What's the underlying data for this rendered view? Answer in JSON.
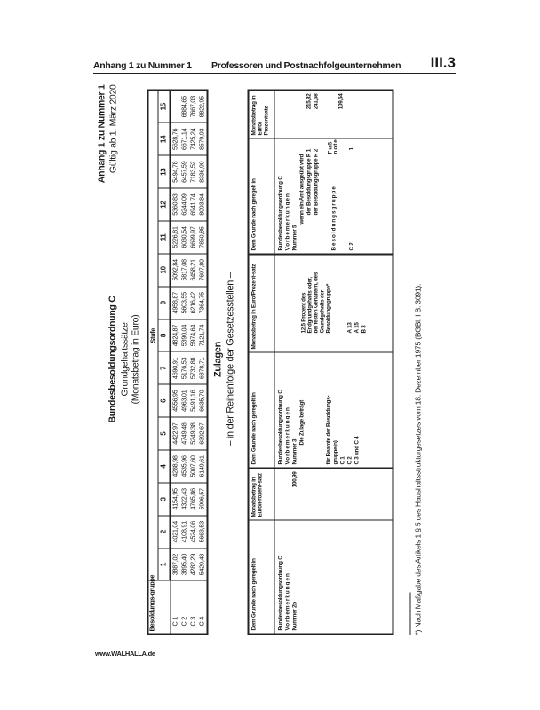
{
  "page_header": {
    "left": "Anhang 1 zu Nummer 1",
    "middle": "Professoren und Postnachfolgeunternehmen",
    "section": "III.3"
  },
  "annex": {
    "title": "Anhang 1 zu Nummer 1",
    "valid_from": "Gültig ab 1. März 2020"
  },
  "titles": {
    "main": "Bundesbesoldungsordnung C",
    "sub": "Grundgehaltssätze",
    "unit": "(Monatsbetrag in Euro)"
  },
  "salary_table": {
    "group_header": "Besoldungs-gruppe",
    "stufe_header": "Stufe",
    "stufen": [
      "1",
      "2",
      "3",
      "4",
      "5",
      "6",
      "7",
      "8",
      "9",
      "10",
      "11",
      "12",
      "13",
      "14",
      "15"
    ],
    "rows": [
      {
        "group": "C 1",
        "values": [
          "3887,02",
          "4021,04",
          "4154,95",
          "4288,98",
          "4422,97",
          "4556,95",
          "4690,91",
          "4824,87",
          "4958,87",
          "5092,84",
          "5226,81",
          "5360,83",
          "5494,78",
          "5628,76",
          ""
        ]
      },
      {
        "group": "C 2",
        "values": [
          "3895,40",
          "4108,91",
          "4322,43",
          "4535,96",
          "4749,48",
          "4963,01",
          "5176,53",
          "5390,04",
          "5603,55",
          "5817,08",
          "6030,54",
          "6244,09",
          "6457,59",
          "6671,14",
          "6884,65"
        ]
      },
      {
        "group": "C 3",
        "values": [
          "4282,29",
          "4524,06",
          "4765,86",
          "5007,60",
          "5249,38",
          "5491,16",
          "5732,88",
          "5974,64",
          "6216,42",
          "6458,21",
          "6699,97",
          "6941,74",
          "7183,52",
          "7425,24",
          "7667,03"
        ]
      },
      {
        "group": "C 4",
        "values": [
          "5420,48",
          "5663,53",
          "5906,57",
          "6149,61",
          "6392,67",
          "6635,70",
          "6878,71",
          "7121,74",
          "7364,75",
          "7607,80",
          "7850,85",
          "8093,84",
          "8336,90",
          "8579,93",
          "8822,95"
        ]
      }
    ]
  },
  "zulagen": {
    "title": "Zulagen",
    "subtitle": "– in der Reihenfolge der Gesetzesstellen –",
    "blocks": [
      {
        "h1": "Dem Grunde nach geregelt in",
        "h2": "Monatsbetrag in Euro/Prozent-satz",
        "law": "Bundesbesoldungsordnung C",
        "remarks": "Vorbemerkungen",
        "number": "Nummer 2b",
        "amount": "100,99"
      },
      {
        "h1": "Dem Grunde nach geregelt in",
        "h2": "Monatsbetrag in Euro/Prozent-satz",
        "law": "Bundesbesoldungsordnung C",
        "remarks": "Vorbemerkungen",
        "number": "Nummer 3",
        "intro": "Die Zulage beträgt",
        "for": "für Beamte der Besoldungs-gruppe(n)",
        "groups": [
          "C 1",
          "C 2",
          "C 3 und C 4"
        ],
        "rule": "12,5 Prozent des Endgrundgehalts oder, bei festen Gehältern, des Grundgehalts der Besoldungsgruppe*",
        "refs": [
          "A 13",
          "A 15",
          "B 3"
        ]
      },
      {
        "h1": "Dem Grunde nach geregelt in",
        "h2": "Monatsbetrag in Euro/ Prozentsatz",
        "law": "Bundesbesoldungsordnung C",
        "remarks": "Vorbemerkungen",
        "number": "Nummer 5",
        "cond": "wenn ein Amt ausgeübt wird",
        "r1": "der Besoldungsgruppe R 1",
        "r2": "der Besoldungsgruppe R 2",
        "group_label": "Besoldungsgruppe",
        "footnote_label": "Fuß-note",
        "group": "C 2",
        "footnote_ref": "1",
        "amounts": [
          "215,82",
          "241,58",
          "109,54"
        ]
      }
    ]
  },
  "footnote": "*) Nach Maßgabe des Artikels 1 § 5 des Haushaltsstrukturgesetzes vom 18. Dezember 1975 (BGBl. I S. 3091).",
  "footer": "www.WALHALLA.de"
}
